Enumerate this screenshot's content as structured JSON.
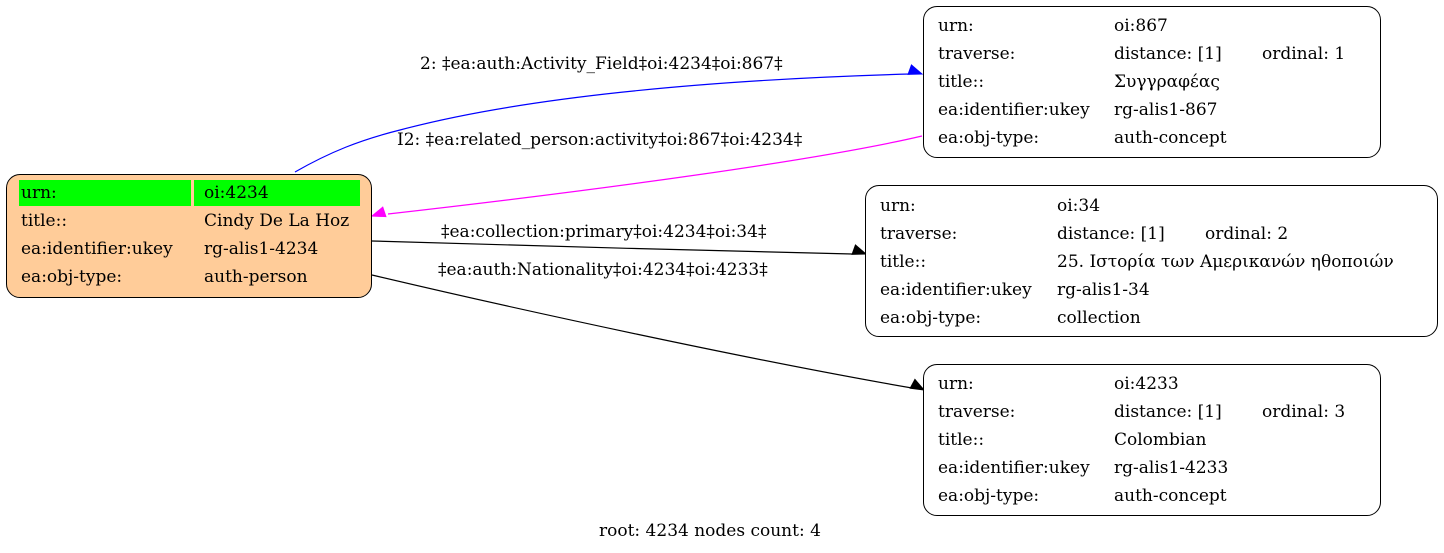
{
  "graph": {
    "nodes": [
      {
        "id": "root",
        "highlight_first_row": true,
        "rows": [
          {
            "key": "urn:",
            "value": "oi:4234"
          },
          {
            "key": "title::",
            "value": "Cindy De La Hoz"
          },
          {
            "key": "ea:identifier:ukey",
            "value": "rg-alis1-4234"
          },
          {
            "key": "ea:obj-type:",
            "value": "auth-person"
          }
        ]
      },
      {
        "id": "n867",
        "rows": [
          {
            "key": "urn:",
            "value": "oi:867"
          },
          {
            "key": "traverse:",
            "value": "distance: [1]",
            "extra": "ordinal: 1"
          },
          {
            "key": "title::",
            "value": "Συγγραφέας"
          },
          {
            "key": "ea:identifier:ukey",
            "value": "rg-alis1-867"
          },
          {
            "key": "ea:obj-type:",
            "value": "auth-concept"
          }
        ]
      },
      {
        "id": "n34",
        "rows": [
          {
            "key": "urn:",
            "value": "oi:34"
          },
          {
            "key": "traverse:",
            "value": "distance: [1]",
            "extra": "ordinal: 2"
          },
          {
            "key": "title::",
            "value": "25. Ιστορία των Αμερικανών ηθοποιών"
          },
          {
            "key": "ea:identifier:ukey",
            "value": "rg-alis1-34"
          },
          {
            "key": "ea:obj-type:",
            "value": "collection"
          }
        ]
      },
      {
        "id": "n4233",
        "rows": [
          {
            "key": "urn:",
            "value": "oi:4233"
          },
          {
            "key": "traverse:",
            "value": "distance: [1]",
            "extra": "ordinal: 3"
          },
          {
            "key": "title::",
            "value": "Colombian"
          },
          {
            "key": "ea:identifier:ukey",
            "value": "rg-alis1-4233"
          },
          {
            "key": "ea:obj-type:",
            "value": "auth-concept"
          }
        ]
      }
    ],
    "edges": [
      {
        "id": "e1",
        "label": "2: ‡ea:auth:Activity_Field‡oi:4234‡oi:867‡",
        "color": "#0000ff"
      },
      {
        "id": "e2",
        "label": "I2: ‡ea:related_person:activity‡oi:867‡oi:4234‡",
        "color": "#ff00ff"
      },
      {
        "id": "e3",
        "label": "‡ea:collection:primary‡oi:4234‡oi:34‡",
        "color": "#000000"
      },
      {
        "id": "e4",
        "label": "‡ea:auth:Nationality‡oi:4234‡oi:4233‡",
        "color": "#000000"
      }
    ],
    "footer": "root: 4234 nodes count: 4"
  }
}
